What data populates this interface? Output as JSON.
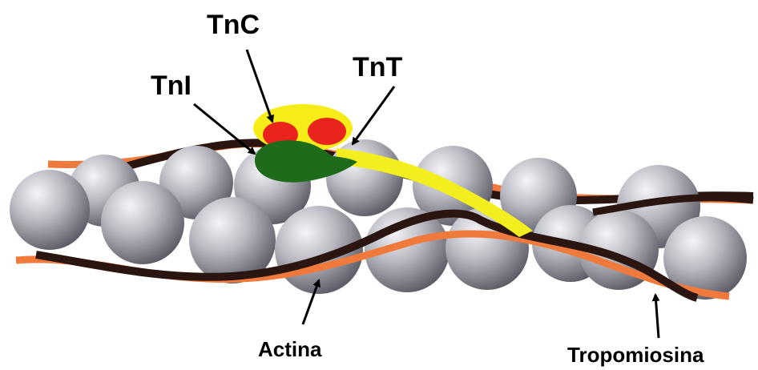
{
  "labels": {
    "tnc": "TnC",
    "tni": "TnI",
    "tnt": "TnT",
    "actina": "Actina",
    "tropomiosina": "Tropomiosina"
  },
  "colors": {
    "background": "#ffffff",
    "actin_light": "#f2f2f6",
    "actin_mid": "#b8b8c0",
    "actin_dark": "#5c5c66",
    "tropomyosin_orange": "#f07a3c",
    "tropomyosin_dark": "#2a1510",
    "tnc_yellow": "#f6ec18",
    "tnc_red": "#e8241c",
    "tni_green": "#1f6b1c",
    "tnt_yellow": "#f3ee1e",
    "label_text": "#000000"
  }
}
